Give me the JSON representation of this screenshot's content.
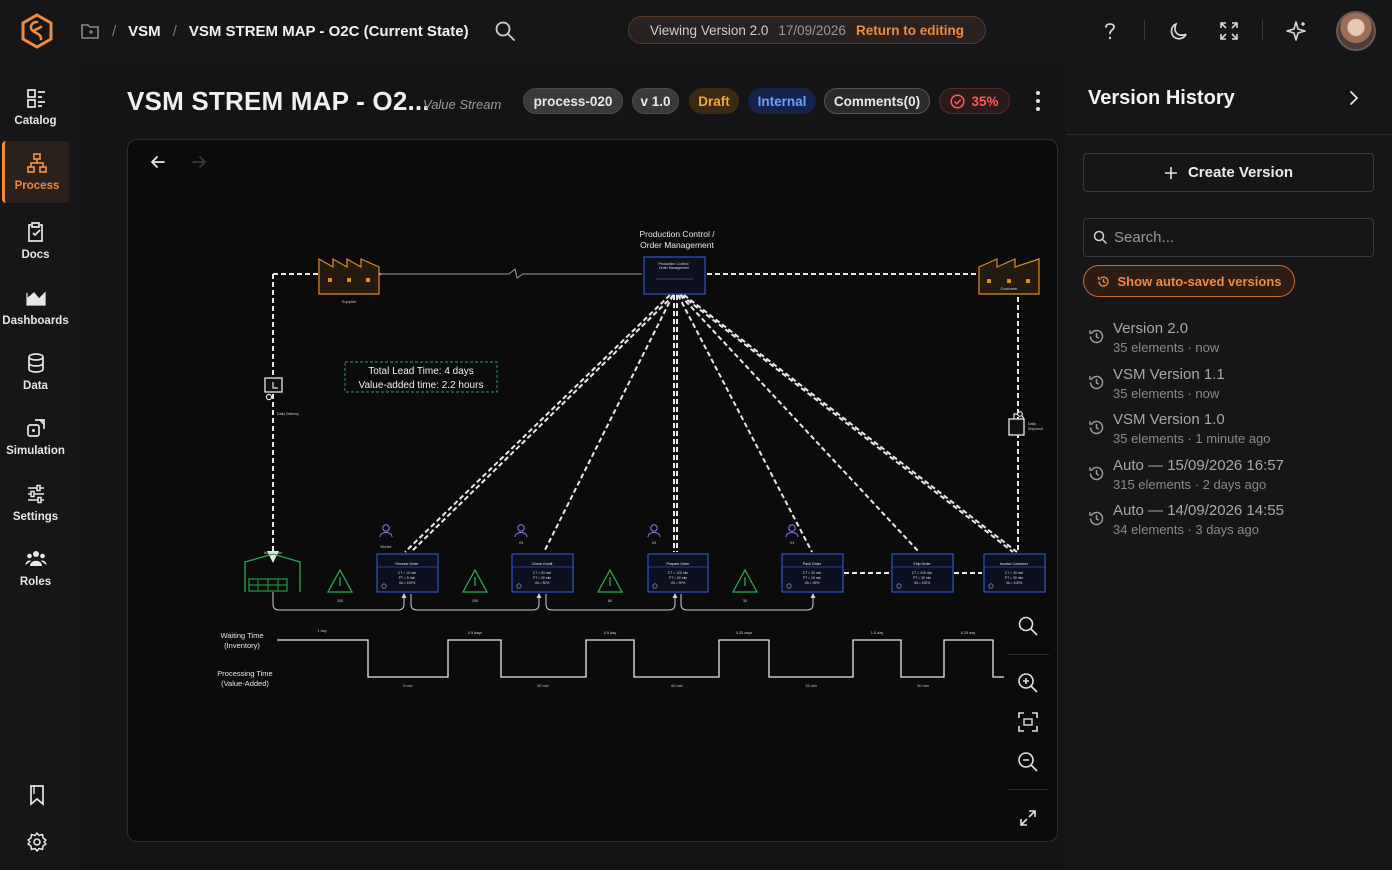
{
  "breadcrumb": {
    "items": [
      "VSM",
      "VSM STREM MAP - O2C (Current State)"
    ]
  },
  "version_banner": {
    "label": "Viewing Version 2.0",
    "date": "17/09/2026",
    "action": "Return to editing"
  },
  "sidebar": {
    "items": [
      {
        "label": "Catalog",
        "icon": "catalog-icon"
      },
      {
        "label": "Process",
        "icon": "process-icon",
        "active": true
      },
      {
        "label": "Docs",
        "icon": "docs-icon"
      },
      {
        "label": "Dashboards",
        "icon": "dashboards-icon"
      },
      {
        "label": "Data",
        "icon": "database-icon"
      },
      {
        "label": "Simulation",
        "icon": "simulation-icon"
      },
      {
        "label": "Settings",
        "icon": "sliders-icon"
      },
      {
        "label": "Roles",
        "icon": "users-icon"
      }
    ]
  },
  "header": {
    "title": "VSM STREM MAP - O2...",
    "subtitle": "Value Stream",
    "badges": {
      "process_id": "process-020",
      "version": "v 1.0",
      "status": "Draft",
      "visibility": "Internal",
      "comments": "Comments(0)",
      "completion": "35%"
    }
  },
  "diagram": {
    "control": {
      "title_line1": "Production Control /",
      "title_line2": "Order Management",
      "box_line1": "Production Control /",
      "box_line2": "Order Management"
    },
    "supplier_label": "Supplier",
    "customer_label": "Customer",
    "daily_delivery": "Daily Delivery",
    "daily_shipment_1": "Daily",
    "daily_shipment_2": "Shipment",
    "warehouse_label": "Warehouse",
    "lead_time_1": "Total Lead Time: 4 days",
    "lead_time_2": "Value-added time: 2.2 hours",
    "operators": [
      "Worker",
      "X3",
      "X5",
      "X4"
    ],
    "processes": [
      {
        "name": "Receive Order",
        "ct": "CT = 10 min",
        "pt": "PT = 5 min",
        "va": "VA = 100%"
      },
      {
        "name": "Check Credit",
        "ct": "CT = 60 min",
        "pt": "PT = 30 min",
        "va": "VA = 80%"
      },
      {
        "name": "Prepare Order",
        "ct": "CT = 120 min",
        "pt": "PT = 60 min",
        "va": "VA = 90%"
      },
      {
        "name": "Pack Order",
        "ct": "CT = 30 min",
        "pt": "PT = 15 min",
        "va": "VA = 95%"
      },
      {
        "name": "Ship Order",
        "ct": "CT = 240 min",
        "pt": "PT = 30 min",
        "va": "VA = 100%"
      },
      {
        "name": "Invoice Customer",
        "ct": "CT = 30 min",
        "pt": "PT = 30 min",
        "va": "VA = 100%"
      }
    ],
    "inventory": [
      "200",
      "150",
      "80",
      "30"
    ],
    "timeline": {
      "waiting_label_1": "Waiting Time",
      "waiting_label_2": "(Inventory)",
      "processing_label_1": "Processing Time",
      "processing_label_2": "(Value-Added)",
      "waits": [
        "1 day",
        "0.5 days",
        "0.5 day",
        "0.25 days",
        "1.5 day",
        "0.25 day"
      ],
      "process_times": [
        "5 min",
        "30 min",
        "60 min",
        "15 min",
        "30 min"
      ]
    }
  },
  "version_history": {
    "title": "Version History",
    "create_label": "Create Version",
    "search_placeholder": "Search...",
    "auto_saved_label": "Show auto-saved versions",
    "items": [
      {
        "name": "Version 2.0",
        "meta": "35 elements · now"
      },
      {
        "name": "VSM Version 1.1",
        "meta": "35 elements · now"
      },
      {
        "name": "VSM Version 1.0",
        "meta": "35 elements · 1 minute ago"
      },
      {
        "name": "Auto — 15/09/2026 16:57",
        "meta": "315 elements · 2 days ago"
      },
      {
        "name": "Auto — 14/09/2026 14:55",
        "meta": "34 elements · 3 days ago"
      }
    ]
  },
  "colors": {
    "accent": "#f08a3c",
    "danger": "#ff5a5a",
    "info": "#6aa1ff",
    "process_box": "#1b3a8a",
    "factory": "#e08a2a",
    "inventory": "#2fa84f"
  }
}
